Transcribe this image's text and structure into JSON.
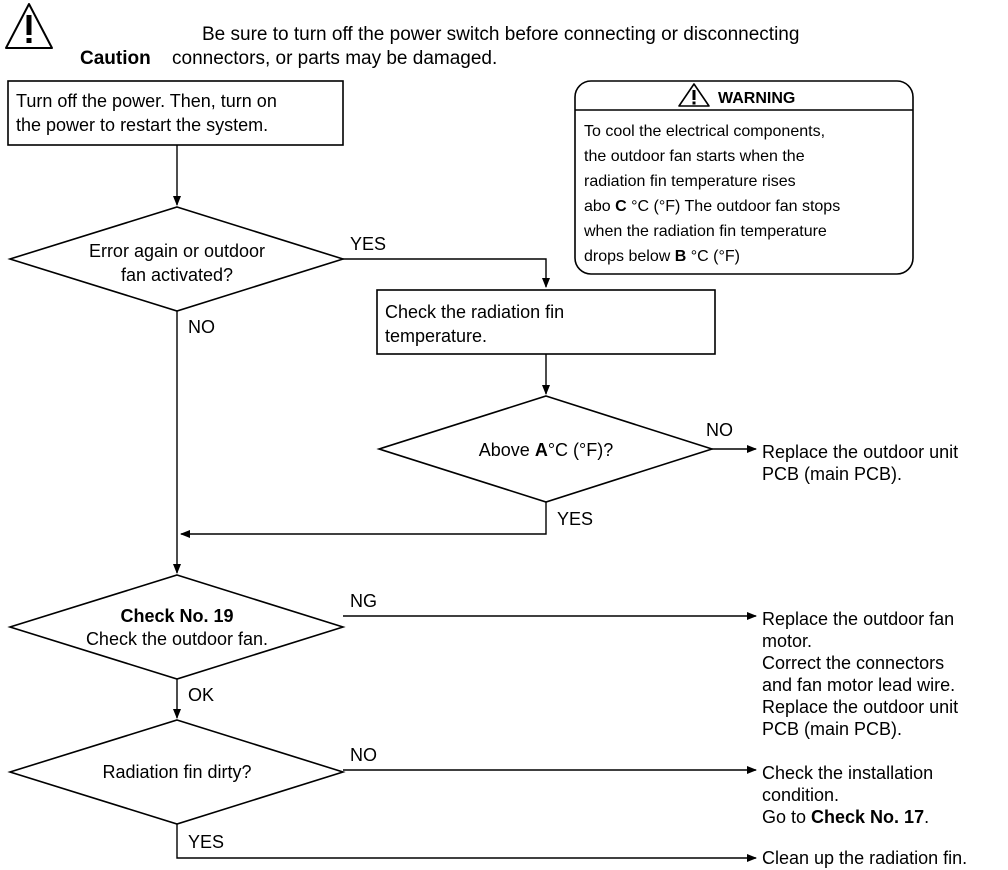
{
  "caution": {
    "label": "Caution",
    "text_line1": "Be sure to turn off the power switch before connecting or disconnecting",
    "text_line2": "connectors, or parts may be damaged."
  },
  "steps": {
    "restart_line1": "Turn off the power. Then, turn on",
    "restart_line2": "the power to restart the system.",
    "check_temp_line1": "Check the radiation fin",
    "check_temp_line2": "temperature."
  },
  "warning": {
    "title": "WARNING",
    "line1": "To cool the electrical components,",
    "line2": "the outdoor fan starts when the",
    "line3": "radiation fin temperature rises",
    "line4_pre": "abo ",
    "line4_var": "C",
    "line4_post": " °C (°F) The outdoor fan stops",
    "line5": "when the radiation fin temperature",
    "line6_pre": "drops below ",
    "line6_var": "B",
    "line6_post": " °C (°F)"
  },
  "decisions": {
    "d1_line1": "Error again or outdoor",
    "d1_line2": "fan activated?",
    "d2_pre": "Above ",
    "d2_var": "A",
    "d2_post": "°C (°F)?",
    "d3_line1": "Check No. 19",
    "d3_line2": "Check the outdoor fan.",
    "d4": "Radiation fin dirty?"
  },
  "branch_labels": {
    "d1_yes": "YES",
    "d1_no": "NO",
    "d2_no": "NO",
    "d2_yes": "YES",
    "d3_ng": "NG",
    "d3_ok": "OK",
    "d4_no": "NO",
    "d4_yes": "YES"
  },
  "results": {
    "replace_pcb_line1": "Replace the outdoor unit",
    "replace_pcb_line2": "PCB (main PCB).",
    "fan_line1": "Replace the outdoor fan",
    "fan_line2": "motor.",
    "fan_line3": "Correct the connectors",
    "fan_line4": "and fan motor lead wire.",
    "fan_line5": "Replace the outdoor unit",
    "fan_line6": "PCB (main PCB).",
    "install_line1": "Check the installation",
    "install_line2": "condition.",
    "install_line3_pre": "Go to ",
    "install_line3_bold": "Check No. 17",
    "install_line3_post": ".",
    "clean": "Clean up the radiation fin."
  }
}
